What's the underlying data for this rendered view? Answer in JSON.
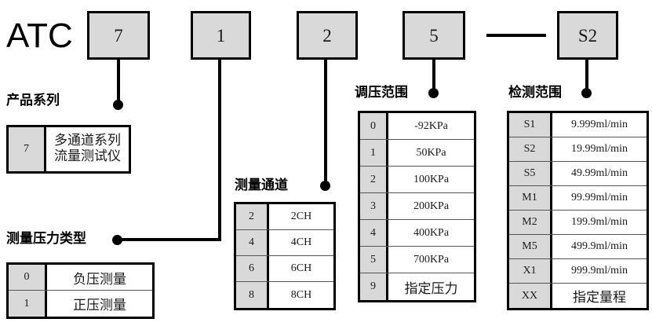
{
  "header": {
    "prefix": "ATC",
    "separator_dash": "—",
    "code_boxes": [
      {
        "value": "7",
        "name": "code-box-series"
      },
      {
        "value": "1",
        "name": "code-box-pressure-type"
      },
      {
        "value": "2",
        "name": "code-box-channel"
      },
      {
        "value": "5",
        "name": "code-box-pressure-range"
      },
      {
        "value": "S2",
        "name": "code-box-detection-range"
      }
    ]
  },
  "sections": {
    "product_series": {
      "caption": "产品系列",
      "rows": [
        {
          "code": "7",
          "desc_lines": [
            "多通道系列",
            "流量测试仪"
          ]
        }
      ]
    },
    "pressure_type": {
      "caption": "测量压力类型",
      "rows": [
        {
          "code": "0",
          "desc": "负压测量"
        },
        {
          "code": "1",
          "desc": "正压测量"
        }
      ]
    },
    "channel": {
      "caption": "测量通道",
      "rows": [
        {
          "code": "2",
          "desc": "2CH"
        },
        {
          "code": "4",
          "desc": "4CH"
        },
        {
          "code": "6",
          "desc": "6CH"
        },
        {
          "code": "8",
          "desc": "8CH"
        }
      ]
    },
    "pressure_range": {
      "caption": "调压范围",
      "rows": [
        {
          "code": "0",
          "desc": "-92KPa"
        },
        {
          "code": "1",
          "desc": "50KPa"
        },
        {
          "code": "2",
          "desc": "100KPa"
        },
        {
          "code": "3",
          "desc": "200KPa"
        },
        {
          "code": "4",
          "desc": "400KPa"
        },
        {
          "code": "5",
          "desc": "700KPa"
        },
        {
          "code": "9",
          "desc": "指定压力",
          "cjk": true
        }
      ]
    },
    "detection_range": {
      "caption": "检测范围",
      "rows": [
        {
          "code": "S1",
          "desc": "9.999ml/min"
        },
        {
          "code": "S2",
          "desc": "19.99ml/min"
        },
        {
          "code": "S5",
          "desc": "49.99ml/min"
        },
        {
          "code": "M1",
          "desc": "99.99ml/min"
        },
        {
          "code": "M2",
          "desc": "199.9ml/min"
        },
        {
          "code": "M5",
          "desc": "499.9ml/min"
        },
        {
          "code": "X1",
          "desc": "999.9ml/min"
        },
        {
          "code": "XX",
          "desc": "指定量程",
          "cjk": true
        }
      ]
    }
  },
  "colors": {
    "box_fill": "#d9d9d9",
    "line": "#000000",
    "background": "#ffffff"
  }
}
